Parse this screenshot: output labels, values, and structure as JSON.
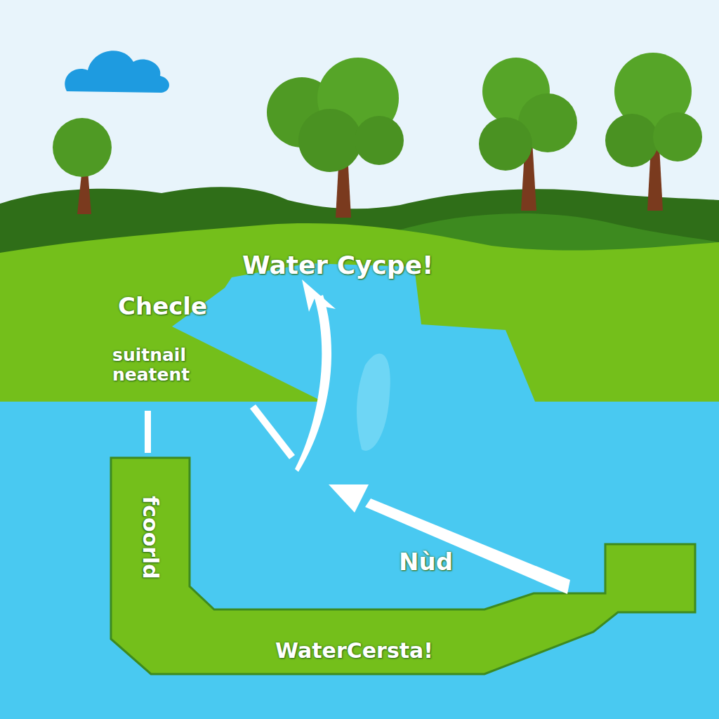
{
  "diagram": {
    "title": "Water Cycpe!",
    "labels": [
      "Checle",
      "suitnail neatent",
      "fcoorld",
      "Nùd",
      "WaterCersta!"
    ]
  }
}
